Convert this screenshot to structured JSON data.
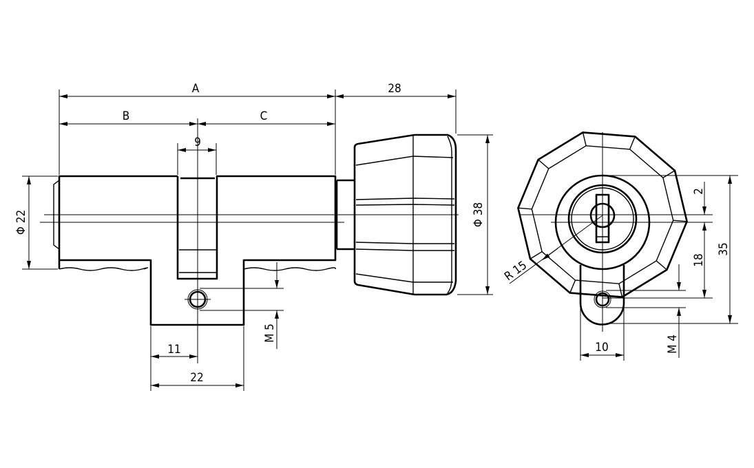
{
  "drawing": {
    "side_view": {
      "dim_A": "A",
      "dim_B": "B",
      "dim_C": "C",
      "dim_knob_length": "28",
      "dim_cam_width": "9",
      "dim_body_diameter": "Φ 22",
      "dim_knob_diameter": "Φ 38",
      "dim_hole_offset": "11",
      "dim_flange_width": "22",
      "dim_thread": "M 5"
    },
    "front_view": {
      "dim_radius": "R 15",
      "dim_offset": "2",
      "dim_center_to_hole": "18",
      "dim_total_height": "35",
      "dim_tab_width": "10",
      "dim_thread": "M 4"
    },
    "colors": {
      "line": "#000000",
      "background": "#ffffff"
    }
  }
}
